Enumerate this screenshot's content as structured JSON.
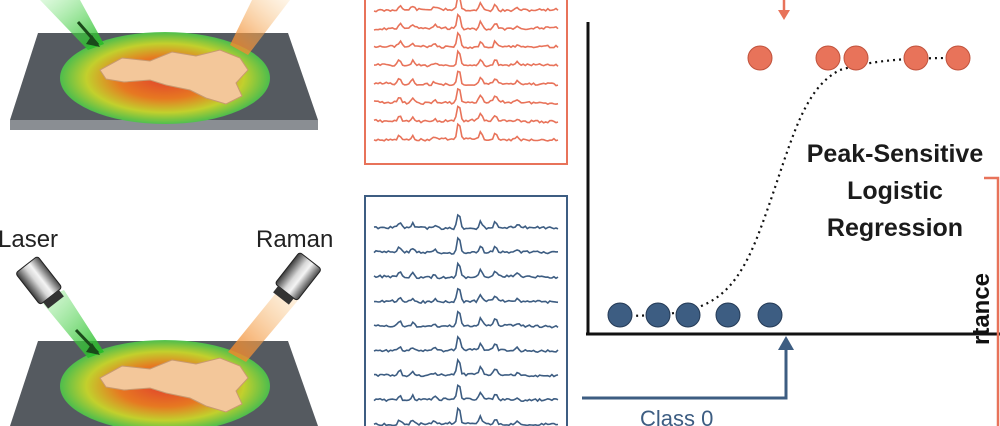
{
  "labels": {
    "laser": "Laser",
    "raman": "Raman"
  },
  "model_title": {
    "line1": "Peak-Sensitive",
    "line2": "Logistic",
    "line3": "Regression"
  },
  "class0_label": "Class 0",
  "importance_label": "rtance",
  "colors": {
    "class1": "#e8735a",
    "class0": "#3d5d82",
    "tray": "#555a60",
    "laser_beam": "#3cc83c",
    "raman_beam": "#f5a040"
  },
  "icons": [
    "laser-head-icon",
    "raman-detector-icon",
    "tissue-sample-icon"
  ]
}
